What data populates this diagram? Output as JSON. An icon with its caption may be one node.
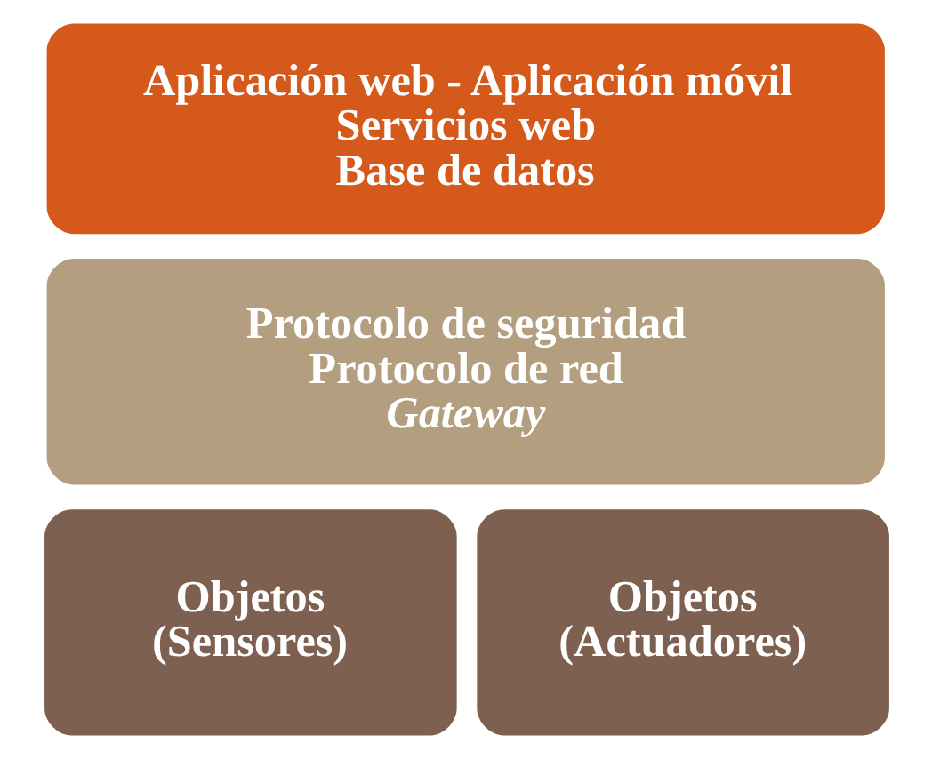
{
  "diagram": {
    "nodes": [
      {
        "text": [
          "Aplicación web - Aplicación móvil",
          "Servicios web",
          "Base de datos"
        ]
      },
      {
        "text": [
          "Protocolo de seguridad",
          "Protocolo de red",
          "*Gateway*"
        ]
      },
      {
        "text": [
          "Objetos (Sensores)"
        ]
      },
      {
        "text": [
          "Objetos (Actuadores)"
        ]
      }
    ],
    "edges": []
  }
}
